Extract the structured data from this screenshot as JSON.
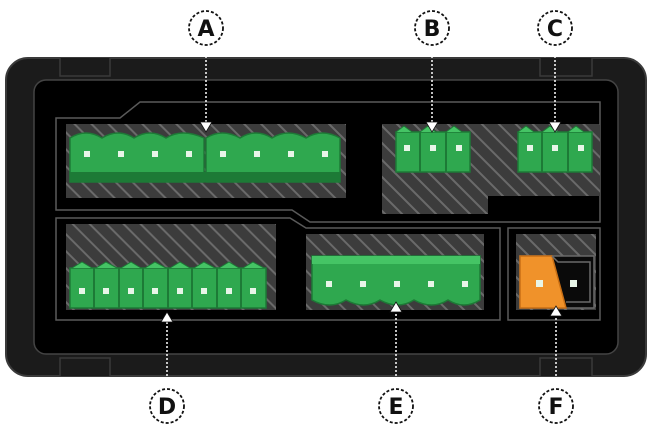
{
  "colors": {
    "housing": "#1b1b1b",
    "housing_edge": "#3a3a3a",
    "panel": "#000000",
    "panel_line": "#5a5a5a",
    "hatch_bg": "#3c3c3c",
    "hatch_line": "#6a6a6a",
    "terminal_green": "#2fa84f",
    "terminal_dark": "#1d7a36",
    "terminal_light": "#45c465",
    "pin": "#e8f5e8",
    "orange": "#f0922a",
    "orange_dark": "#c86e14",
    "callout": "#ffffff",
    "callout_stroke": "#111111"
  },
  "callouts": [
    {
      "id": "A",
      "label": "A"
    },
    {
      "id": "B",
      "label": "B"
    },
    {
      "id": "C",
      "label": "C"
    },
    {
      "id": "D",
      "label": "D"
    },
    {
      "id": "E",
      "label": "E"
    },
    {
      "id": "F",
      "label": "F"
    }
  ],
  "connectors": [
    {
      "id": "A",
      "pins": 8,
      "style": "wavy"
    },
    {
      "id": "B",
      "pins": 3,
      "style": "arrow"
    },
    {
      "id": "C",
      "pins": 3,
      "style": "arrow"
    },
    {
      "id": "D",
      "pins": 8,
      "style": "arrow"
    },
    {
      "id": "E",
      "pins": 5,
      "style": "wavy"
    },
    {
      "id": "F",
      "pins": 2,
      "style": "power"
    }
  ]
}
